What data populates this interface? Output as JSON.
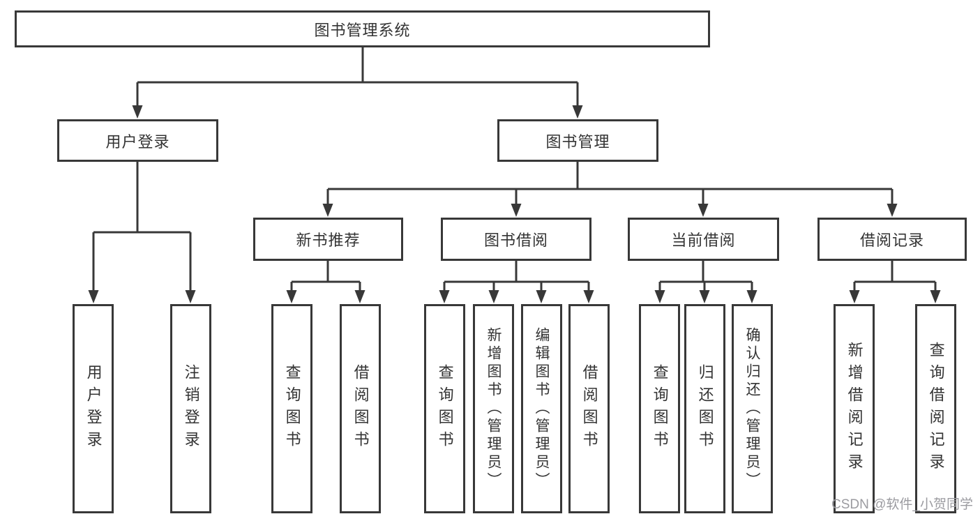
{
  "diagram": {
    "nodes": {
      "root": "图书管理系统",
      "user_login": "用户登录",
      "book_mgmt": "图书管理",
      "new_book_rec": "新书推荐",
      "book_borrow": "图书借阅",
      "current_borrow": "当前借阅",
      "borrow_records": "借阅记录"
    },
    "leaves": {
      "user_login": [
        "用户登录",
        "注销登录"
      ],
      "new_book_rec": [
        "查询图书",
        "借阅图书"
      ],
      "book_borrow": [
        "查询图书",
        "新增图书（管理员）",
        "编辑图书（管理员）",
        "借阅图书"
      ],
      "current_borrow": [
        "查询图书",
        "归还图书",
        "确认归还（管理员）"
      ],
      "borrow_records": [
        "新增借阅记录",
        "查询借阅记录"
      ]
    },
    "watermark": "CSDN @软件_小贺同学",
    "colors": {
      "line": "#383838",
      "text": "#333333",
      "watermark": "#9b9ba0",
      "background": "#ffffff"
    }
  }
}
